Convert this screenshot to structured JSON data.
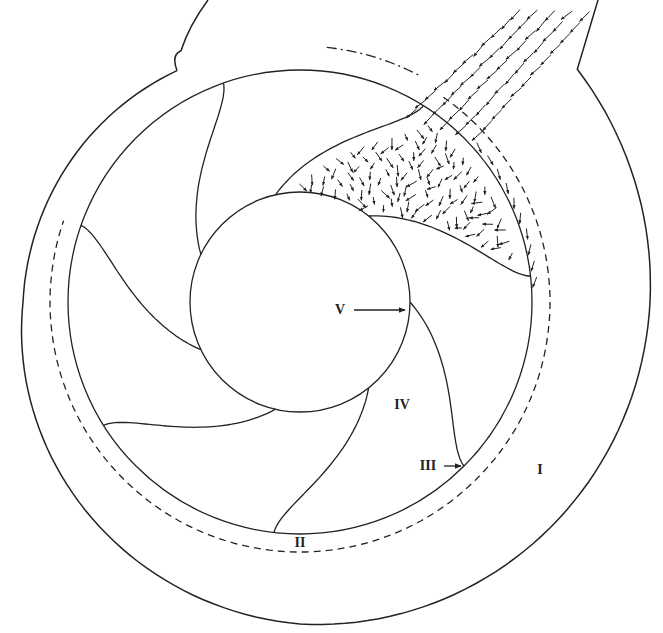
{
  "diagram": {
    "labels": [
      "V",
      "IV",
      "III",
      "I",
      "II"
    ]
  }
}
